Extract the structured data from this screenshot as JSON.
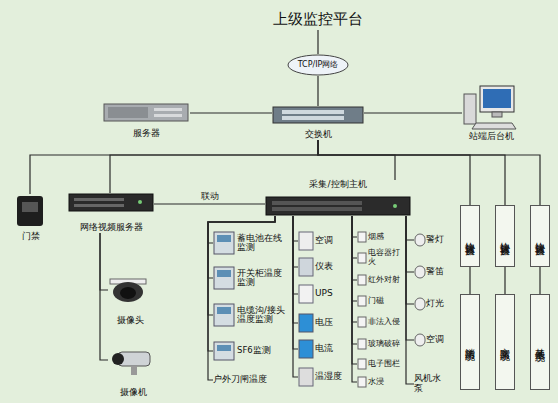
{
  "diagram": {
    "nodes": [
      {
        "text": [
          "上级监控平台"
        ]
      },
      {
        "text": [
          "TCP/IP网络"
        ]
      },
      {
        "text": [
          "服务器"
        ]
      },
      {
        "text": [
          "交换机"
        ]
      },
      {
        "text": [
          "站端后台机"
        ]
      },
      {
        "text": [
          "门禁"
        ]
      },
      {
        "text": [
          "网络视频服务器"
        ]
      },
      {
        "text": [
          "采集/控制主机"
        ]
      },
      {
        "text": [
          "协议转换器"
        ]
      },
      {
        "text": [
          "协议转换器"
        ]
      },
      {
        "text": [
          "协议转换器"
        ]
      },
      {
        "text": [
          "摄像头"
        ]
      },
      {
        "text": [
          "摄像机"
        ]
      },
      {
        "text": [
          "蓄电池在线监测"
        ]
      },
      {
        "text": [
          "开关柜温度监测"
        ]
      },
      {
        "text": [
          "电缆沟/接头温度监测"
        ]
      },
      {
        "text": [
          "SF6监测"
        ]
      },
      {
        "text": [
          "户外刀闸温度"
        ]
      },
      {
        "text": [
          "空调"
        ]
      },
      {
        "text": [
          "仪表"
        ]
      },
      {
        "text": [
          "UPS"
        ]
      },
      {
        "text": [
          "电压"
        ]
      },
      {
        "text": [
          "电流"
        ]
      },
      {
        "text": [
          "温湿度"
        ]
      },
      {
        "text": [
          "烟感"
        ]
      },
      {
        "text": [
          "电容器打火"
        ]
      },
      {
        "text": [
          "红外对射"
        ]
      },
      {
        "text": [
          "门磁"
        ]
      },
      {
        "text": [
          "非法入侵"
        ]
      },
      {
        "text": [
          "玻璃破碎"
        ]
      },
      {
        "text": [
          "电子围栏"
        ]
      },
      {
        "text": [
          "水浸"
        ]
      },
      {
        "text": [
          "警灯"
        ]
      },
      {
        "text": [
          "警笛"
        ]
      },
      {
        "text": [
          "灯光"
        ]
      },
      {
        "text": [
          "空调"
        ]
      },
      {
        "text": [
          "风机水泵"
        ]
      },
      {
        "text": [
          "消防系统"
        ]
      },
      {
        "text": [
          "安防系统"
        ]
      },
      {
        "text": [
          "其他子系统"
        ]
      }
    ],
    "edges": [
      {
        "from": 0,
        "to": 1,
        "arrow": "none"
      },
      {
        "from": 1,
        "to": 3,
        "arrow": "none"
      },
      {
        "from": 2,
        "to": 3,
        "arrow": "none"
      },
      {
        "from": 3,
        "to": 4,
        "arrow": "none"
      },
      {
        "from": 3,
        "to": 5,
        "arrow": "none"
      },
      {
        "from": 3,
        "to": 6,
        "arrow": "none"
      },
      {
        "from": 3,
        "to": 7,
        "arrow": "none"
      },
      {
        "from": 3,
        "to": 8,
        "arrow": "none"
      },
      {
        "from": 3,
        "to": 9,
        "arrow": "none"
      },
      {
        "from": 3,
        "to": 10,
        "arrow": "none"
      },
      {
        "from": 6,
        "to": 7,
        "label": "联动",
        "arrow": "none"
      },
      {
        "from": 6,
        "to": 11,
        "arrow": "none"
      },
      {
        "from": 6,
        "to": 12,
        "arrow": "none"
      },
      {
        "from": 7,
        "to": 13,
        "arrow": "none"
      },
      {
        "from": 7,
        "to": 14,
        "arrow": "none"
      },
      {
        "from": 7,
        "to": 15,
        "arrow": "none"
      },
      {
        "from": 7,
        "to": 16,
        "arrow": "none"
      },
      {
        "from": 7,
        "to": 17,
        "arrow": "none"
      },
      {
        "from": 7,
        "to": 18,
        "arrow": "none"
      },
      {
        "from": 7,
        "to": 19,
        "arrow": "none"
      },
      {
        "from": 7,
        "to": 20,
        "arrow": "none"
      },
      {
        "from": 7,
        "to": 21,
        "arrow": "none"
      },
      {
        "from": 7,
        "to": 22,
        "arrow": "none"
      },
      {
        "from": 7,
        "to": 23,
        "arrow": "none"
      },
      {
        "from": 7,
        "to": 24,
        "arrow": "none"
      },
      {
        "from": 7,
        "to": 25,
        "arrow": "none"
      },
      {
        "from": 7,
        "to": 26,
        "arrow": "none"
      },
      {
        "from": 7,
        "to": 27,
        "arrow": "none"
      },
      {
        "from": 7,
        "to": 28,
        "arrow": "none"
      },
      {
        "from": 7,
        "to": 29,
        "arrow": "none"
      },
      {
        "from": 7,
        "to": 30,
        "arrow": "none"
      },
      {
        "from": 7,
        "to": 31,
        "arrow": "none"
      },
      {
        "from": 7,
        "to": 32,
        "arrow": "none"
      },
      {
        "from": 7,
        "to": 33,
        "arrow": "none"
      },
      {
        "from": 7,
        "to": 34,
        "arrow": "none"
      },
      {
        "from": 7,
        "to": 35,
        "arrow": "none"
      },
      {
        "from": 7,
        "to": 36,
        "arrow": "none"
      },
      {
        "from": 8,
        "to": 37,
        "arrow": "none"
      },
      {
        "from": 9,
        "to": 38,
        "arrow": "none"
      },
      {
        "from": 10,
        "to": 39,
        "arrow": "none"
      }
    ]
  }
}
